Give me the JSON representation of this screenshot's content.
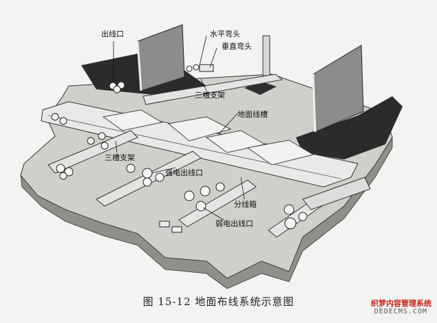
{
  "labels": {
    "outlet": "出线口",
    "horizontal_elbow": "水平弯头",
    "vertical_elbow": "垂直弯头",
    "tri_bracket_top": "三槽支架",
    "floor_trunking": "地面线槽",
    "tri_bracket_left": "三槽支架",
    "strong_outlet": "强电出线口",
    "junction_box": "分线箱",
    "weak_outlet": "弱电出线口"
  },
  "caption": "图 15-12    地面布线系统示意图",
  "watermark": {
    "brand": "织梦内容管理系统",
    "url": "DEDECMS.COM"
  },
  "colors": {
    "ink": "#111111",
    "slab": "#c9c9c7",
    "dark": "#2b2b2b",
    "wall": "#8c8c8a"
  }
}
